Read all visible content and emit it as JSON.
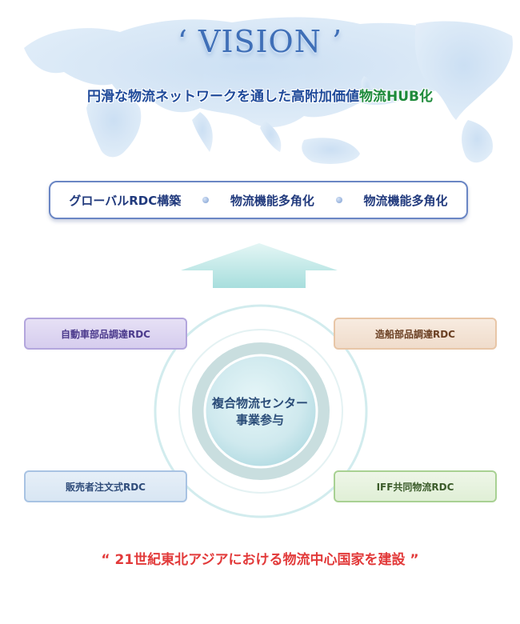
{
  "vision": {
    "title": "‘ VISION ’",
    "subtitle_main": "円滑な物流ネットワークを通した高附加価値",
    "subtitle_accent": "物流HUB化"
  },
  "goals": [
    {
      "label": "グローバルRDC構築"
    },
    {
      "label": "物流機能多角化"
    },
    {
      "label": "物流機能多角化"
    }
  ],
  "center": {
    "line1": "複合物流センター",
    "line2": "事業参与"
  },
  "rdc": {
    "top_left": "自動車部品調達RDC",
    "top_right": "造船部品調達RDC",
    "bottom_left": "販売者注文式RDC",
    "bottom_right": "IFF共同物流RDC"
  },
  "slogan": "“ 21世紀東北アジアにおける物流中心国家を建設 ”",
  "colors": {
    "title_blue": "#3f6fb7",
    "subtitle_blue": "#1f4a9a",
    "accent_green": "#1d8a3a",
    "slogan_red": "#e23a3a",
    "map_blue": "#d4e5f6"
  }
}
